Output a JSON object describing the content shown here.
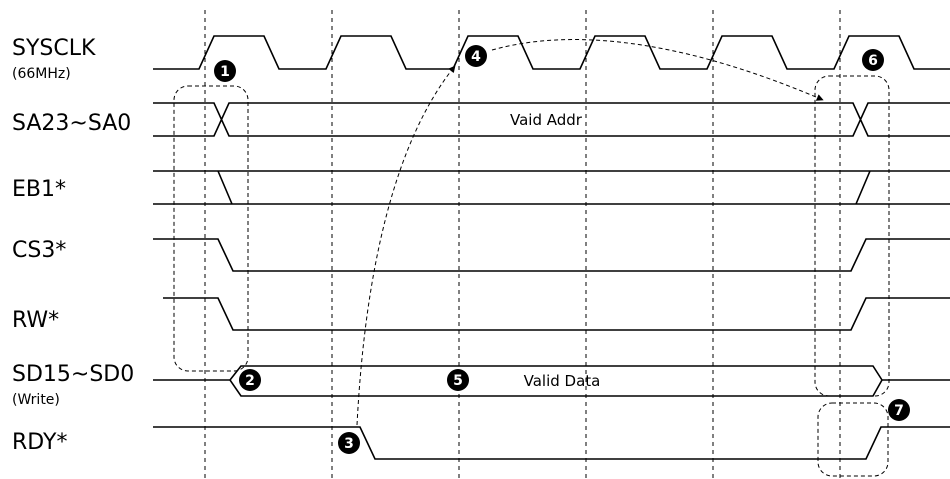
{
  "signals": {
    "sysclk": {
      "name": "SYSCLK",
      "sub": "(66MHz)"
    },
    "addr": {
      "name": "SA23~SA0",
      "value": "Vaid Addr"
    },
    "eb1": {
      "name": "EB1*"
    },
    "cs3": {
      "name": "CS3*"
    },
    "rw": {
      "name": "RW*"
    },
    "data": {
      "name": "SD15~SD0",
      "sub": "(Write)",
      "value": "Valid Data"
    },
    "rdy": {
      "name": "RDY*"
    }
  },
  "markers": [
    "1",
    "2",
    "3",
    "4",
    "5",
    "6",
    "7"
  ]
}
